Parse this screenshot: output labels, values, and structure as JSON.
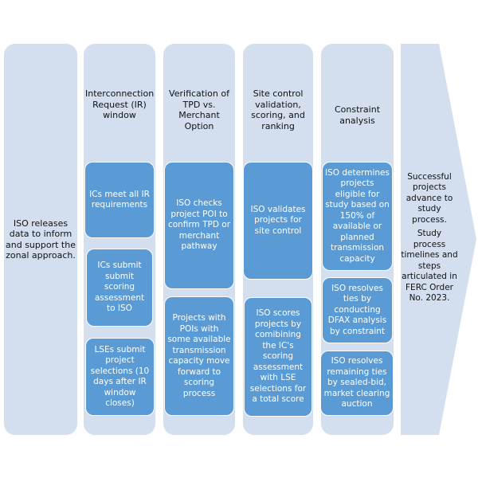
{
  "diagram": {
    "intro": {
      "text": "ISO releases data to inform and support the zonal approach."
    },
    "stages": [
      {
        "title": "Interconnection Request (IR) window",
        "steps": [
          "ICs meet all IR requirements",
          "ICs submit submit scoring assessment to ISO",
          "LSEs submit project selections (10 days after IR window closes)"
        ]
      },
      {
        "title": "Verification of TPD vs. Merchant Option",
        "steps": [
          "ISO checks project POI to confirm TPD or merchant pathway",
          "Projects with POIs with some available transmission capacity move forward to scoring process"
        ]
      },
      {
        "title": "Site control validation, scoring, and ranking",
        "steps": [
          "ISO validates projects for site control",
          "ISO scores projects by comibining the IC's scoring assessment with LSE selections for a total score"
        ]
      },
      {
        "title": "Constraint analysis",
        "steps": [
          "ISO determines projects eligible for study based on 150% of available or planned transmission capacity",
          "ISO resolves ties by conducting DFAX analysis by constraint",
          "ISO resolves remaining ties by sealed-bid, market clearing auction"
        ]
      }
    ],
    "outcome": {
      "line1": "Successful projects advance to study process.",
      "line2": "Study process timelines and steps articulated in FERC Order No. 2023."
    },
    "colors": {
      "panel": "#d3dfef",
      "step": "#5b9bd5"
    }
  }
}
